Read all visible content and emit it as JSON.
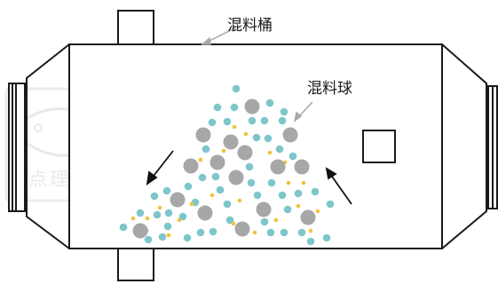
{
  "labels": {
    "drum": "混料桶",
    "balls": "混料球"
  },
  "watermark": {
    "text": "千点理材"
  },
  "colors": {
    "outline": "#1a1a1a",
    "arrow_label": "#a8a8a8",
    "arrow_flow": "#111111",
    "large_ball": "#a7a7a7",
    "small_ball": "#7dc6ca",
    "yellow_dot": "#f0c43a",
    "watermark": "#e9e9e9"
  },
  "icons": {
    "watermark": "fish-logo"
  }
}
